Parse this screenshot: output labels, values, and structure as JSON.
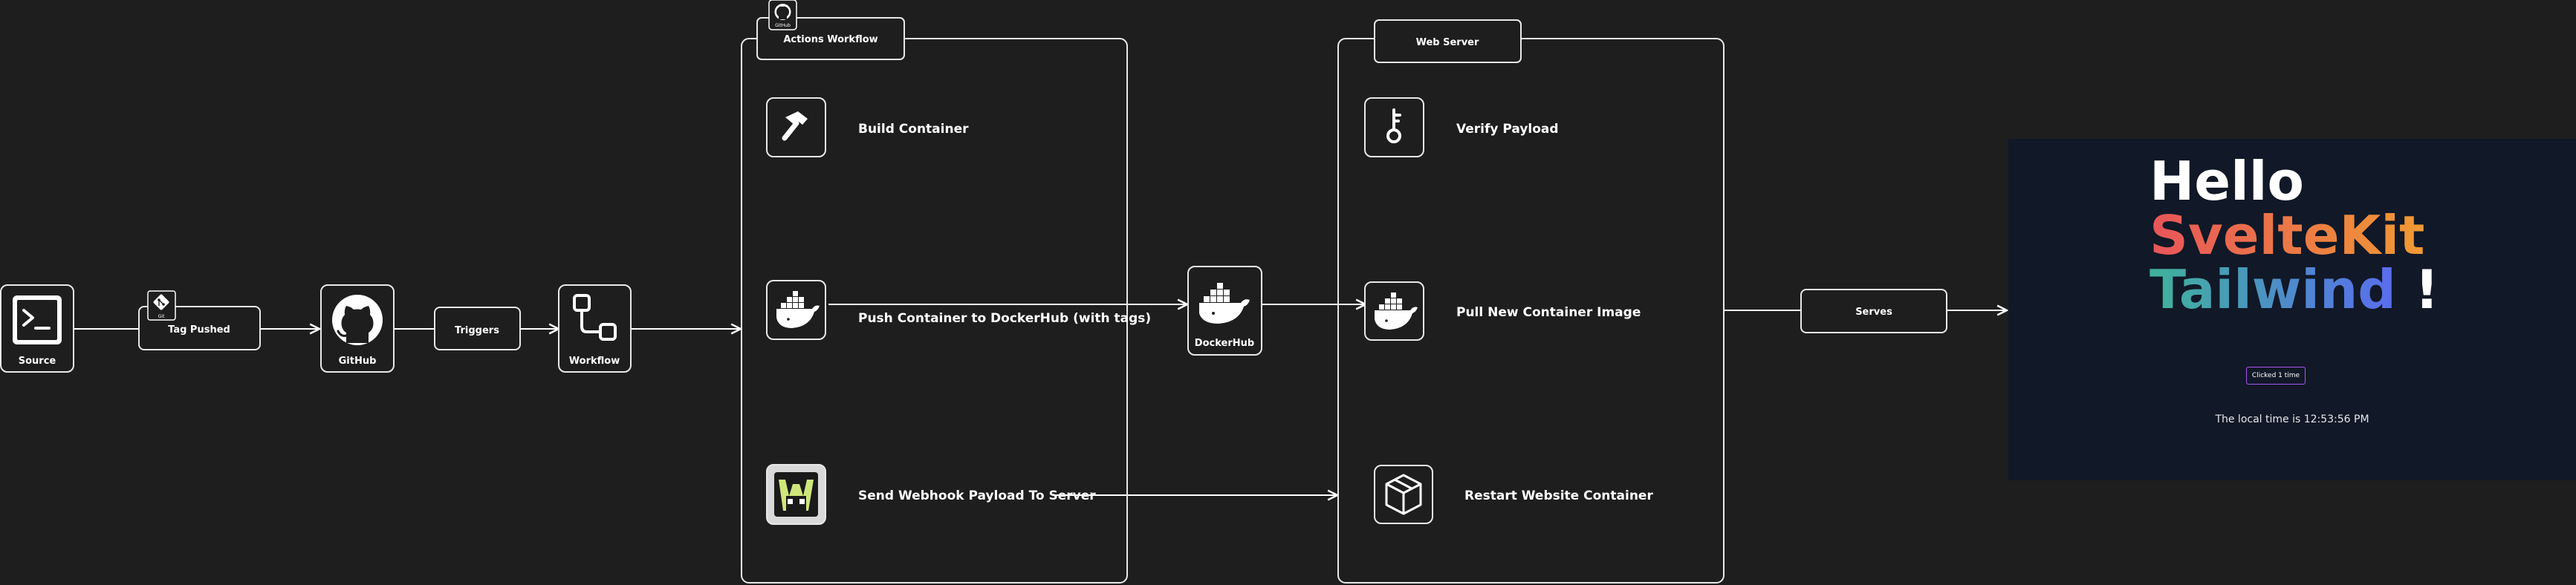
{
  "pipeline": {
    "source": "Source",
    "tag_pushed": "Tag Pushed",
    "github": "GitHub",
    "triggers": "Triggers",
    "workflow": "Workflow",
    "dockerhub": "DockerHub",
    "serves": "Serves"
  },
  "actions_group": {
    "title": "Actions Workflow",
    "steps": [
      {
        "label": "Build Container",
        "icon": "hammer-icon"
      },
      {
        "label": "Push Container to DockerHub (with tags)",
        "icon": "docker-icon"
      },
      {
        "label": "Send Webhook Payload To Server",
        "icon": "webhook-icon"
      }
    ]
  },
  "server_group": {
    "title": "Web Server",
    "steps": [
      {
        "label": "Verify Payload",
        "icon": "key-icon"
      },
      {
        "label": "Pull New Container Image",
        "icon": "docker-icon"
      },
      {
        "label": "Restart Website Container",
        "icon": "package-icon"
      }
    ]
  },
  "preview": {
    "line1": "Hello",
    "line2": "SvelteKit",
    "line3_word": "Tailwind",
    "line3_suffix": " !",
    "button": "Clicked 1 time",
    "time": "The local time is 12:53:56 PM"
  },
  "colors": {
    "background": "#1e1e1e",
    "stroke": "#e8e8e8",
    "preview_bg": "#111827",
    "button_border": "#a855f7"
  }
}
